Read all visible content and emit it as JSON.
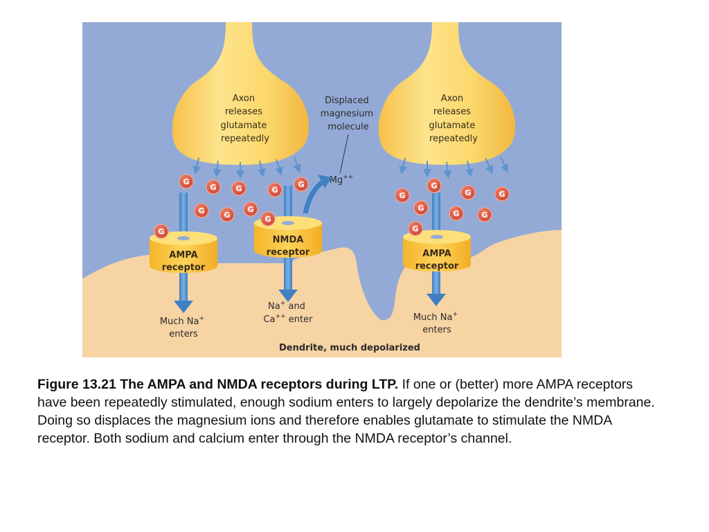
{
  "figure": {
    "left_axon_label": [
      "Axon",
      "releases",
      "glutamate",
      "repeatedly"
    ],
    "right_axon_label": [
      "Axon",
      "releases",
      "glutamate",
      "repeatedly"
    ],
    "displaced_label": [
      "Displaced",
      "magnesium",
      "molecule"
    ],
    "mg_label": "Mg",
    "mg_charge": "++",
    "glutamate_symbol": "G",
    "ampa_left_label": [
      "AMPA",
      "receptor"
    ],
    "nmda_label": [
      "NMDA",
      "receptor"
    ],
    "ampa_right_label": [
      "AMPA",
      "receptor"
    ],
    "left_enter_line1": "Much Na",
    "left_enter_sup": "+",
    "left_enter_line2": "enters",
    "mid_enter_line1a": "Na",
    "mid_enter_sup1": "+",
    "mid_enter_line1b": " and",
    "mid_enter_line2a": "Ca",
    "mid_enter_sup2": "++",
    "mid_enter_line2b": " enter",
    "right_enter_line1": "Much Na",
    "right_enter_sup": "+",
    "right_enter_line2": "enters",
    "dendrite_label": "Dendrite, much depolarized",
    "colors": {
      "background": "#94aad6",
      "axon": "#fbd76a",
      "dendrite": "#f7d4a4",
      "receptor": "#fcc741",
      "glutamate": "#d9503b",
      "arrow": "#3e80c3"
    }
  },
  "caption": {
    "title": "Figure 13.21 The AMPA and NMDA receptors during LTP.",
    "body": " If one or (better) more AMPA receptors have been repeatedly stimulated, enough sodium enters to largely depolarize the dendrite’s membrane. Doing so displaces the magnesium ions and therefore enables glutamate to stimulate the NMDA receptor. Both sodium and calcium enter through the NMDA receptor’s channel."
  }
}
